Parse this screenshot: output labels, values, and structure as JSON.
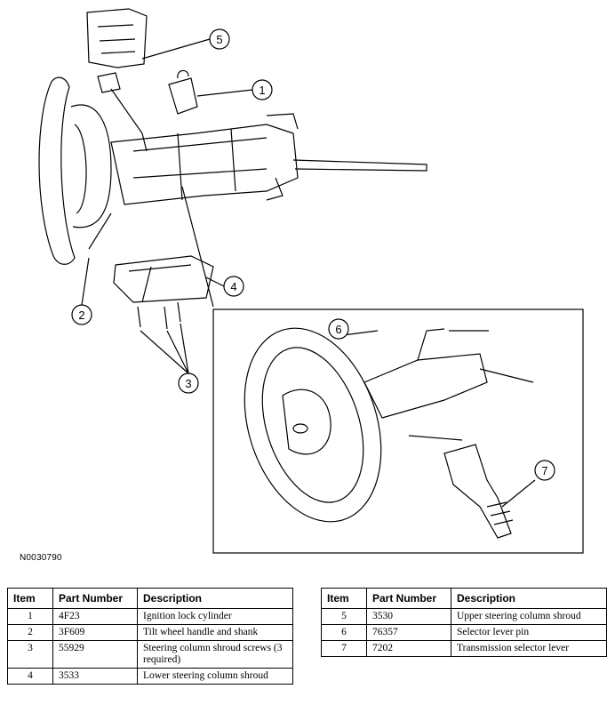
{
  "figure_id": "N0030790",
  "callouts": [
    "1",
    "2",
    "3",
    "4",
    "5",
    "6",
    "7"
  ],
  "table_headers": {
    "item": "Item",
    "part_number": "Part Number",
    "description": "Description"
  },
  "parts_left": [
    {
      "item": "1",
      "part_number": "4F23",
      "description": "Ignition lock cylinder"
    },
    {
      "item": "2",
      "part_number": "3F609",
      "description": "Tilt wheel handle and shank"
    },
    {
      "item": "3",
      "part_number": "55929",
      "description": "Steering column shroud screws (3 required)"
    },
    {
      "item": "4",
      "part_number": "3533",
      "description": "Lower steering column shroud"
    }
  ],
  "parts_right": [
    {
      "item": "5",
      "part_number": "3530",
      "description": "Upper steering column shroud"
    },
    {
      "item": "6",
      "part_number": "76357",
      "description": "Selector lever pin"
    },
    {
      "item": "7",
      "part_number": "7202",
      "description": "Transmission selector lever"
    }
  ]
}
